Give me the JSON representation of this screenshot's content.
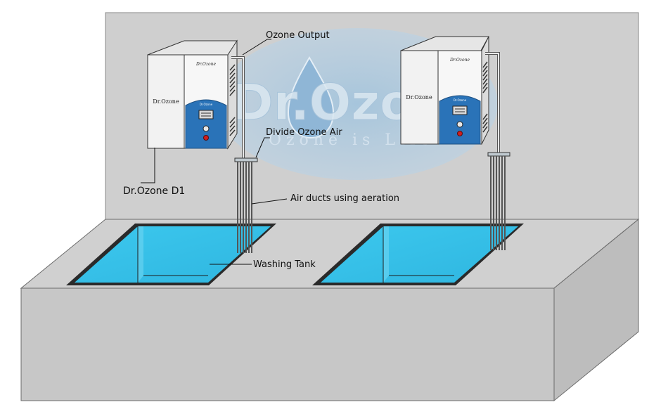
{
  "watermark": {
    "brand": "Dr.Ozone",
    "trademark": "®",
    "tagline": "Ozone is Life"
  },
  "device": {
    "logo_text": "Dr.Ozone",
    "side_logo": "Dr.Ozone",
    "panel_logo": "Dr.Ozone"
  },
  "labels": {
    "ozone_output": "Ozone Output",
    "divide_ozone_air": "Divide Ozone Air",
    "device_name": "Dr.Ozone D1",
    "air_ducts": "Air ducts using aeration",
    "washing_tank": "Washing Tank"
  },
  "colors": {
    "wall": "#cfcfcf",
    "counter": "#d0d0d0",
    "water": "#33c2e8",
    "device_body": "#f4f4f4",
    "panel_blue": "#2a73b8",
    "stop_button": "#d01f1f"
  }
}
